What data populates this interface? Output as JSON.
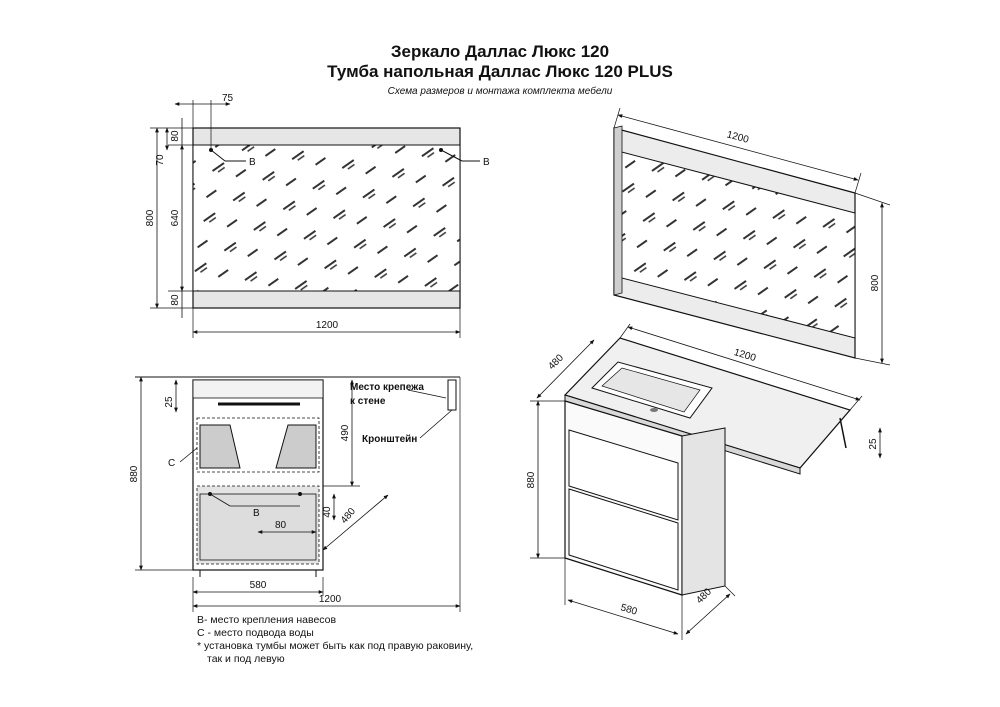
{
  "header": {
    "title_line1": "Зеркало Даллас Люкс 120",
    "title_line2": "Тумба напольная Даллас Люкс 120 PLUS",
    "subtitle": "Схема размеров и монтажа комплекта мебели"
  },
  "mirror_front": {
    "dims": {
      "top_offset": "75",
      "top_frame": "80",
      "hole_drop": "70",
      "total_height": "800",
      "glass_height": "640",
      "bottom_frame": "80",
      "width": "1200"
    },
    "marker_left": "B",
    "marker_right": "B"
  },
  "mirror_3d": {
    "dims": {
      "width": "1200",
      "height": "800"
    }
  },
  "cabinet_front": {
    "dims": {
      "top_panel": "25",
      "upper_height": "490",
      "total_height": "880",
      "bracket_drop": "40",
      "bracket_spacing": "80",
      "depth": "480",
      "cabinet_width": "580",
      "total_width": "1200"
    },
    "marker_c": "C",
    "marker_b": "B",
    "label_wall_mount": "Место крепежа\nк стене",
    "label_bracket": "Кронштейн"
  },
  "cabinet_3d": {
    "dims": {
      "depth_top": "480",
      "width_top": "1200",
      "height": "880",
      "bracket_25": "25",
      "width_bottom": "580",
      "depth_bottom": "480"
    }
  },
  "legend": {
    "line1": "B- место крепления навесов",
    "line2": "C - место подвода воды",
    "line3": "* установка тумбы может быть как под правую раковину,",
    "line4": "так и под левую"
  },
  "colors": {
    "line": "#111111",
    "panel": "#e8e8e8",
    "glass": "#ffffff",
    "drawer": "#dcdcdc"
  }
}
